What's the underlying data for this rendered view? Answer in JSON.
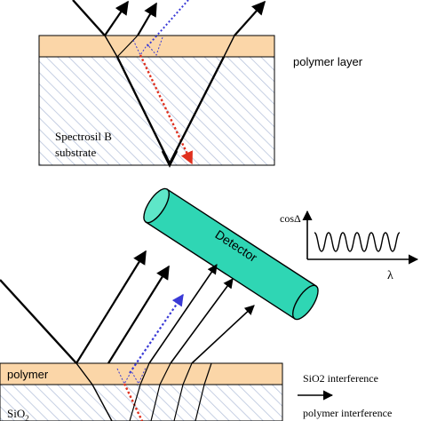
{
  "top_panel": {
    "layer_label": "polymer  layer",
    "substrate_label_line1": "Spectrosil  B",
    "substrate_label_line2": "substrate"
  },
  "bottom_panel": {
    "detector_label": "Detector",
    "polymer_label": "polymer",
    "substrate_label": "SiO",
    "substrate_label_sub": "2"
  },
  "inset": {
    "y_label": "cosΔ",
    "x_label": "λ"
  },
  "legend": {
    "items": [
      {
        "label": "SiO2 interference"
      },
      {
        "label": "polymer interference"
      }
    ]
  },
  "colors": {
    "polymer_fill": "#fbd6a8",
    "substrate_hatch": "#b8c4dc",
    "detector_fill": "#2fd6b4",
    "dotted_blue": "#3a3ad6",
    "dotted_red": "#e0301e",
    "ray": "#000000"
  }
}
